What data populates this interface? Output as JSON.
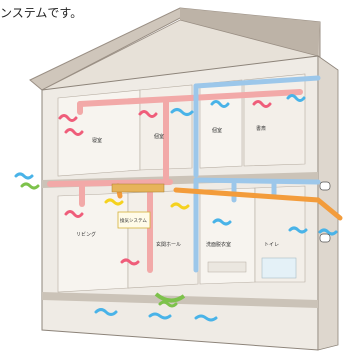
{
  "caption": "ンステムです。",
  "rooms": {
    "upper_left": "寝室",
    "upper_mid": "個室",
    "upper_right_a": "個室",
    "upper_right_b": "書斎",
    "lower_left": "リビング",
    "lower_center_box": "換気システム",
    "lower_center": "玄関ホール",
    "lower_right_a": "洗面脱衣室",
    "lower_right_b": "トイレ"
  },
  "colors": {
    "supply_duct": "#f2a9a8",
    "exhaust_duct": "#9cc7ea",
    "outside_air": "#f39c3b",
    "cool_arrow": "#49b3e8",
    "warm_arrow": "#ef5d7a",
    "green_arrow": "#7dc24b",
    "yellow_arrow": "#f5d21f",
    "house_wall": "#ebe6df",
    "roof": "#cfc6bb"
  }
}
